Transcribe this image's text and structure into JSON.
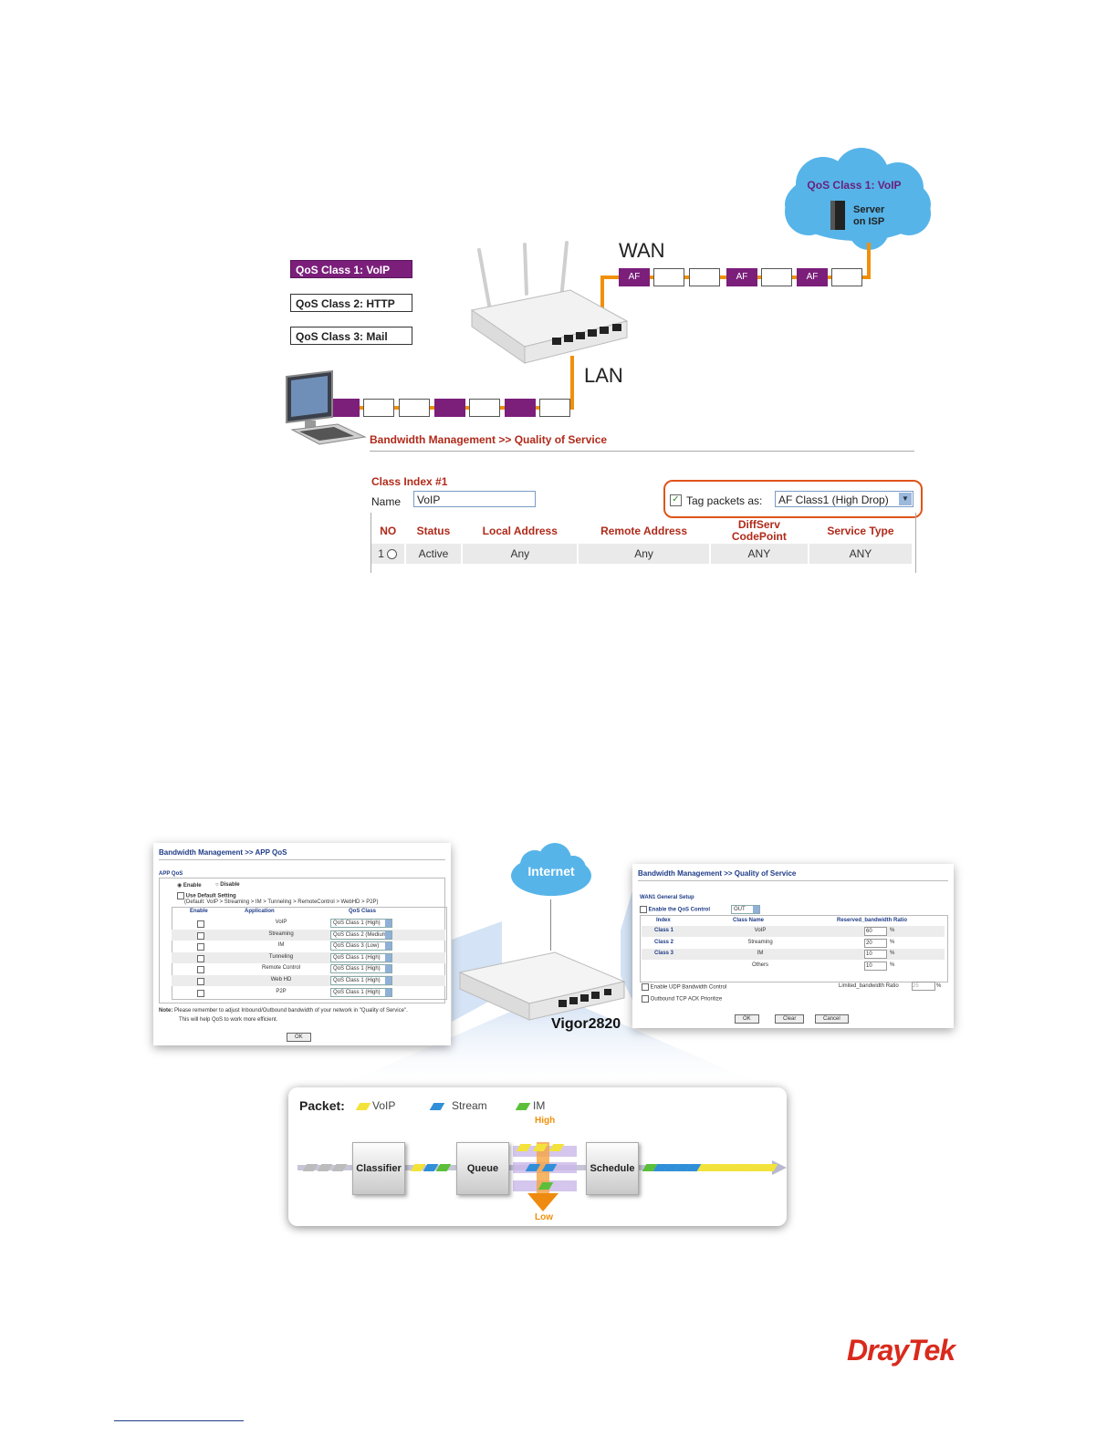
{
  "qos_diagram": {
    "classes": [
      "QoS Class 1: VoIP",
      "QoS Class 2: HTTP",
      "QoS  Class 3: Mail"
    ],
    "wan_label": "WAN",
    "lan_label": "LAN",
    "packet_tag": "AF",
    "cloud": {
      "title": "QoS Class 1: VoIP",
      "server_label_1": "Server",
      "server_label_2": "on ISP"
    }
  },
  "qos_panel": {
    "breadcrumb": "Bandwidth Management >> Quality of Service",
    "class_index": "Class Index #1",
    "name_label": "Name",
    "name_value": "VoIP",
    "tag_label": "Tag packets as:",
    "tag_value": "AF Class1 (High Drop)",
    "columns": [
      "NO",
      "Status",
      "Local Address",
      "Remote Address",
      "DiffServ CodePoint",
      "Service Type"
    ],
    "row": {
      "no": "1",
      "status": "Active",
      "local": "Any",
      "remote": "Any",
      "diffserv": "ANY",
      "service": "ANY"
    }
  },
  "app_qos": {
    "breadcrumb": "Bandwidth Management >> APP QoS",
    "section": "APP QoS",
    "enable_label": "Enable",
    "disable_label": "Disable",
    "use_default_label": "Use Default Setting",
    "default_note": "(Default: VoIP > Streaming > IM > Tunneling > RemoteControl > WebHD > P2P)",
    "col_enable": "Enable",
    "col_app": "Application",
    "col_class": "QoS Class",
    "rows": [
      {
        "app": "VoIP",
        "cls": "QoS Class 1 (High)"
      },
      {
        "app": "Streaming",
        "cls": "QoS Class 2 (Medium)"
      },
      {
        "app": "IM",
        "cls": "QoS Class 3 (Low)"
      },
      {
        "app": "Tunneling",
        "cls": "QoS Class 1 (High)"
      },
      {
        "app": "Remote Control",
        "cls": "QoS Class 1 (High)"
      },
      {
        "app": "Web HD",
        "cls": "QoS Class 1 (High)"
      },
      {
        "app": "P2P",
        "cls": "QoS Class 1 (High)"
      }
    ],
    "note_label": "Note:",
    "note_text_1": "Please remember to adjust Inbound/Outbound bandwidth of your network in \"Quality of Service\".",
    "note_text_2": "This will help QoS to work more efficient.",
    "ok_label": "OK"
  },
  "center": {
    "internet_label": "Internet",
    "router_label": "Vigor2820"
  },
  "wan_qos": {
    "breadcrumb": "Bandwidth Management >> Quality of Service",
    "section": "WAN1 General Setup",
    "enable_label": "Enable the QoS Control",
    "enable_value": "OUT",
    "col_index": "Index",
    "col_name": "Class Name",
    "col_ratio": "Reserved_bandwidth Ratio",
    "rows": [
      {
        "index": "Class 1",
        "name": "VoIP",
        "ratio": "60"
      },
      {
        "index": "Class 2",
        "name": "Streaming",
        "ratio": "20"
      },
      {
        "index": "Class 3",
        "name": "IM",
        "ratio": "10"
      },
      {
        "index": "",
        "name": "Others",
        "ratio": "10"
      }
    ],
    "percent": "%",
    "udp_label": "Enable UDP Bandwidth Control",
    "limited_label": "Limited_bandwidth Ratio",
    "limited_value": "25",
    "tcp_label": "Outbound TCP ACK Prioritize",
    "ok_label": "OK",
    "clear_label": "Clear",
    "cancel_label": "Cancel"
  },
  "packet_flow": {
    "title": "Packet:",
    "legend": [
      "VoIP",
      "Stream",
      "IM"
    ],
    "classifier": "Classifier",
    "queue": "Queue",
    "schedule": "Schedule",
    "high": "High",
    "low": "Low"
  },
  "brand": {
    "logo": "DrayTek"
  },
  "colors": {
    "purple": "#7b1f7b",
    "orange": "#f0900a",
    "title_red": "#b02a1a",
    "cloud_blue": "#56b4e9",
    "voip": "#f2e23a",
    "stream": "#2f8fd8",
    "im": "#5cbf3a"
  }
}
